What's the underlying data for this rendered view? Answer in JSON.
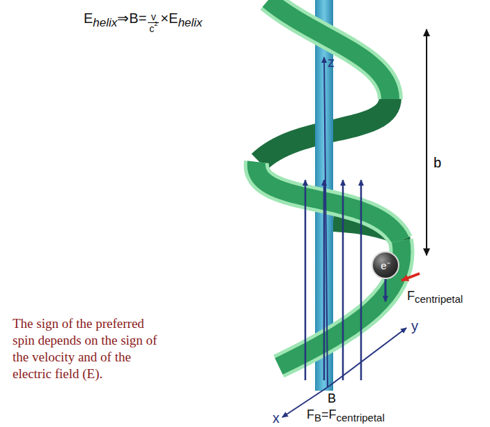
{
  "diagram": {
    "caption": "The sign of the preferred spin depends on the sign of the velocity and of the electric field (E).",
    "nodes": [
      {
        "text": [
          "e⁻"
        ]
      }
    ],
    "labels": [
      "E",
      "helix",
      "⇒B=",
      "v",
      "c",
      "2",
      "×E",
      "helix",
      "z",
      "b",
      "F",
      "centripetal",
      "x",
      "y",
      "B",
      "F",
      "B",
      "=F",
      "centripetal"
    ]
  }
}
